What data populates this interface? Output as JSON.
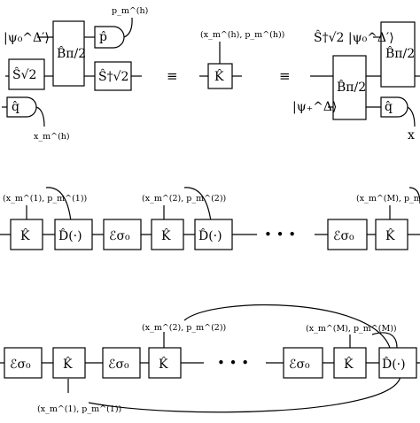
{
  "panel_a": {
    "left": {
      "state_top": "|ψ₀^Δ′⟩",
      "s_box": "Ŝ√2",
      "b_box": "B̂π/2",
      "p_meas": "p̂",
      "p_out": "p_m^(h)",
      "s_dag_box": "Ŝ†√2",
      "q_meas": "q̂",
      "q_out": "x_m^(h)"
    },
    "equiv_1": "≡",
    "center": {
      "outcomes": "(x_m^(h), p_m^(h))",
      "k_box": "K̂"
    },
    "equiv_2": "≡",
    "right": {
      "s_dag_top": "Ŝ†√2 |ψ₀^Δ′⟩",
      "b_box_top": "B̂π/2",
      "b_box_mid": "B̂π/2",
      "state_plus": "|ψ₊^Δ⟩",
      "q_meas": "q̂",
      "x_partial": "x"
    }
  },
  "panel_b": {
    "out_1": "(x_m^(1), p_m^(1))",
    "k1": "K̂",
    "d1": "D̂(·)",
    "e1": "ℰσ₀",
    "out_2": "(x_m^(2), p_m^(2))",
    "k2": "K̂",
    "d2": "D̂(·)",
    "ellipsis": "• • •",
    "out_M": "(x_m^(M), p_m^(M))",
    "eM": "ℰσ₀",
    "kM": "K̂"
  },
  "panel_c": {
    "e1": "ℰσ₀",
    "k1": "K̂",
    "e2": "ℰσ₀",
    "k2": "K̂",
    "out_2": "(x_m^(2), p_m^(2))",
    "ellipsis": "• • •",
    "eM": "ℰσ₀",
    "kM": "K̂",
    "out_M": "(x_m^(M), p_m^(M))",
    "d": "D̂(·)",
    "out_1": "(x_m^(1), p_m^(1))"
  }
}
